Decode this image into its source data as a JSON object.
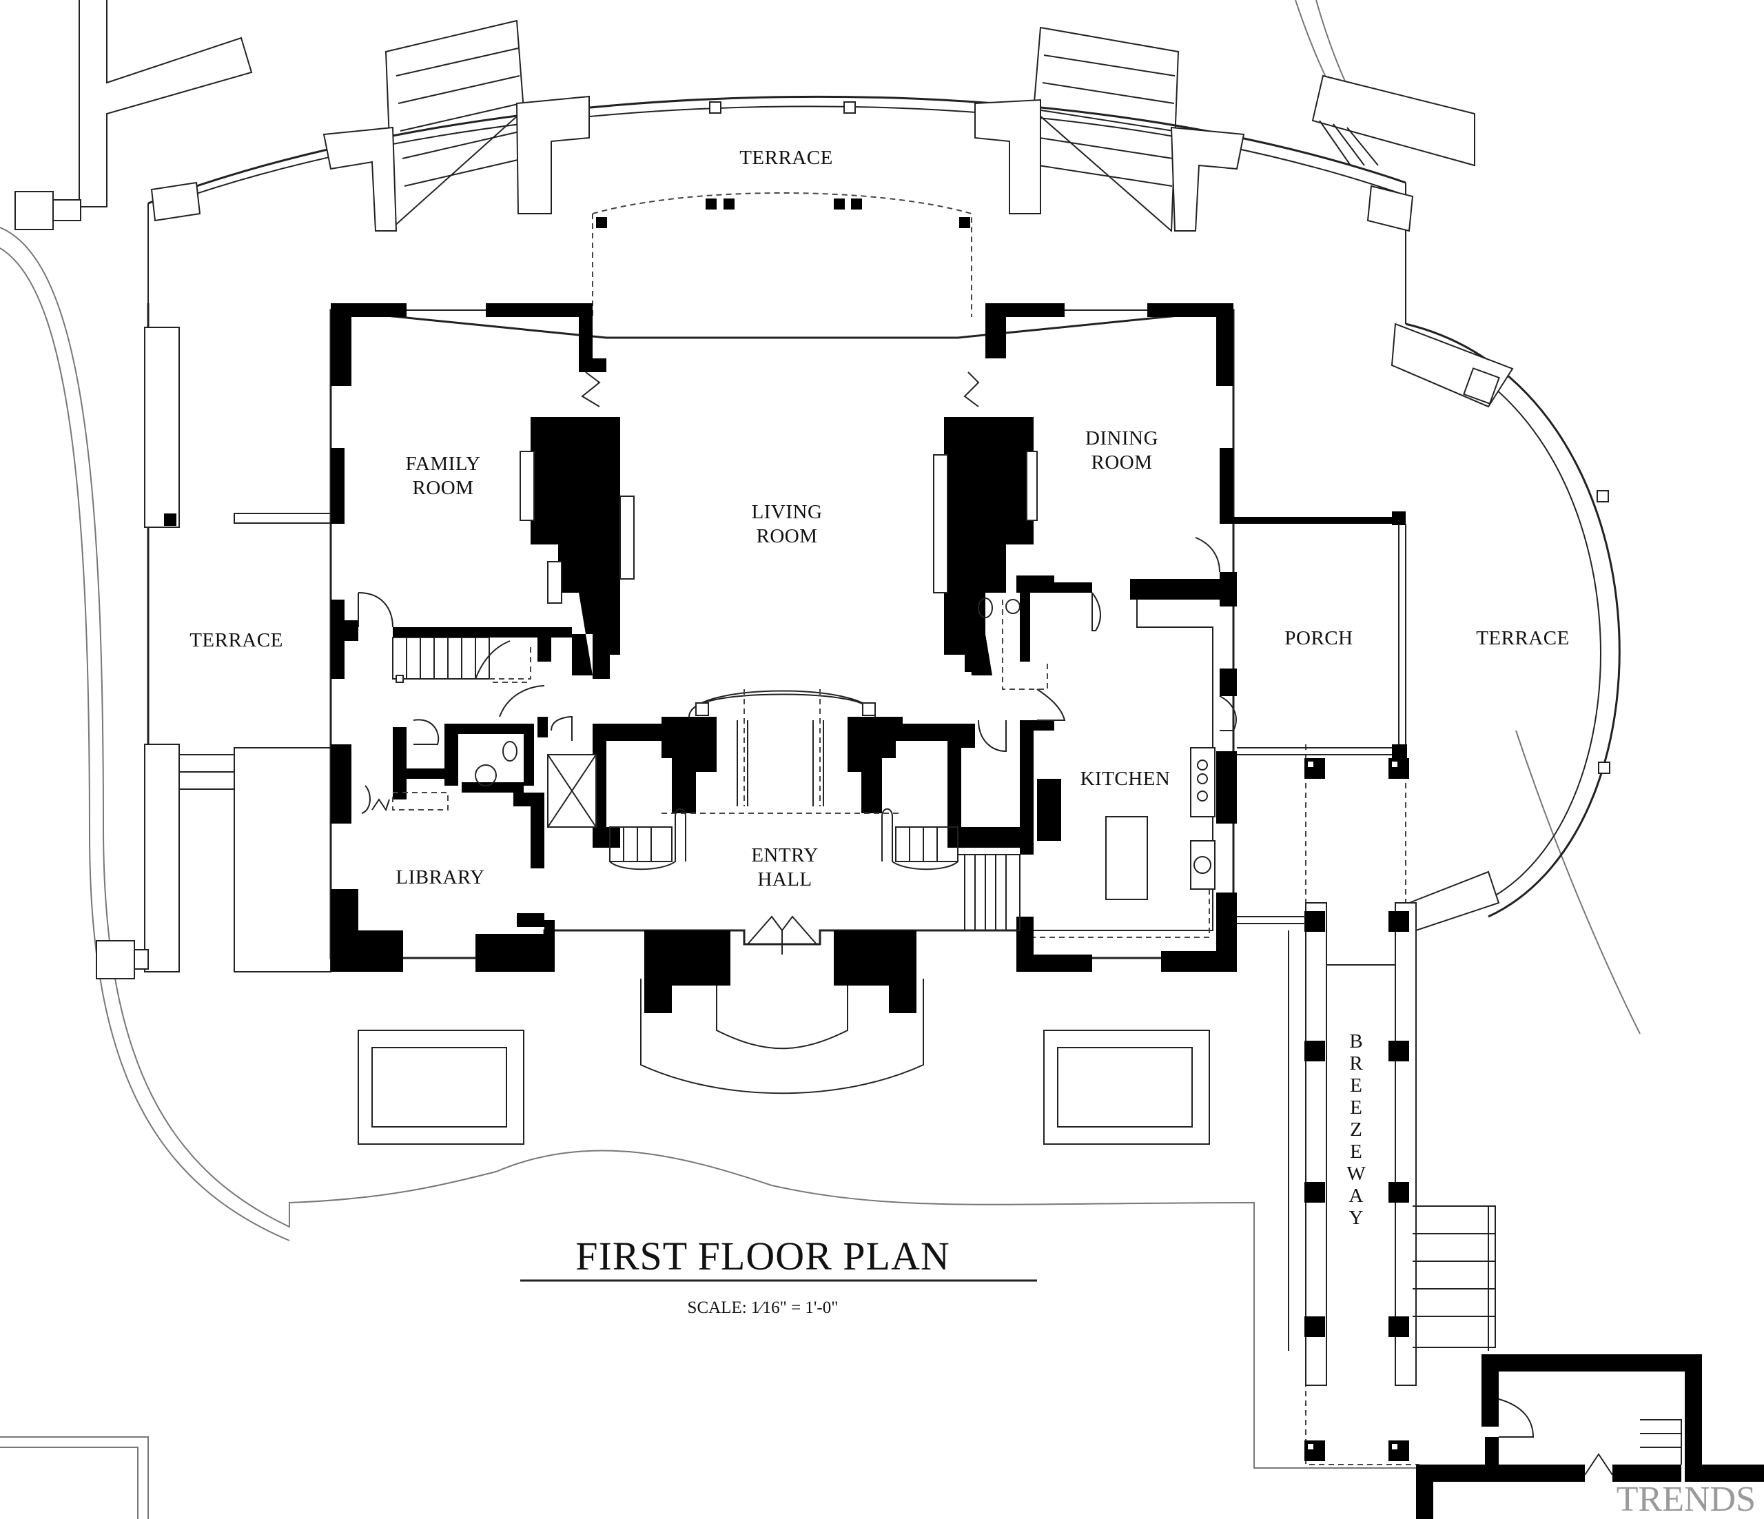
{
  "title": "FIRST FLOOR PLAN",
  "scale_prefix": "SCALE: ",
  "scale_fraction": "1⁄16",
  "scale_suffix": "\" = 1'-0\"",
  "rooms": {
    "terrace_top": "TERRACE",
    "family_line1": "FAMILY",
    "family_line2": "ROOM",
    "living_line1": "LIVING",
    "living_line2": "ROOM",
    "dining_line1": "DINING",
    "dining_line2": "ROOM",
    "terrace_left": "TERRACE",
    "porch": "PORCH",
    "terrace_right": "TERRACE",
    "kitchen": "KITCHEN",
    "library": "LIBRARY",
    "entry_line1": "ENTRY",
    "entry_line2": "HALL",
    "breezeway": [
      "B",
      "R",
      "E",
      "E",
      "Z",
      "E",
      "W",
      "A",
      "Y"
    ]
  },
  "watermark": "TRENDS"
}
